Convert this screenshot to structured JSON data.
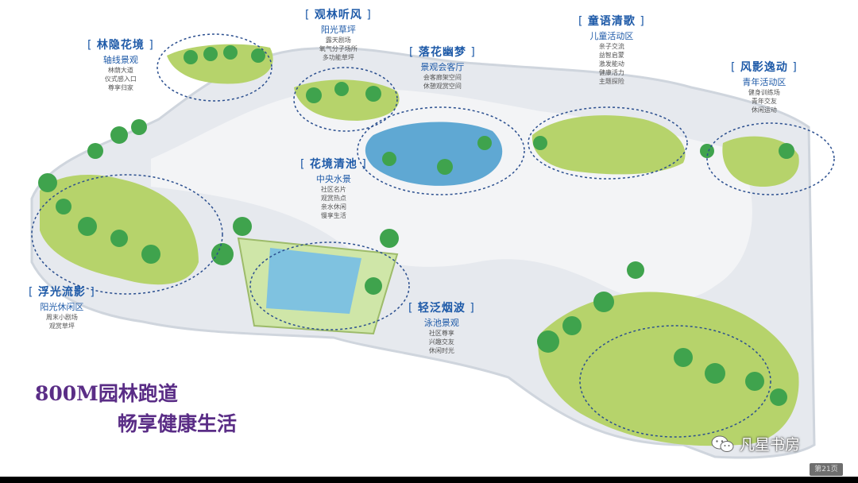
{
  "zones": {
    "linyin": {
      "title": "林隐花境",
      "subtitle": "轴线景观",
      "features": [
        "林荫大道",
        "仪式感入口",
        "尊享归家"
      ]
    },
    "guanlin": {
      "title": "观林听风",
      "subtitle": "阳光草坪",
      "features": [
        "露天剧场",
        "氧气分子场所",
        "多功能草坪"
      ]
    },
    "luohua": {
      "title": "落花幽梦",
      "subtitle": "景观会客厅",
      "features": [
        "会客廊架空间",
        "休憩观赏空间"
      ]
    },
    "tongyu": {
      "title": "童语清歌",
      "subtitle": "儿童活动区",
      "features": [
        "亲子交流",
        "益智启蒙",
        "激发能动",
        "健康活力",
        "主题探险"
      ]
    },
    "fengying": {
      "title": "风影逸动",
      "subtitle": "青年活动区",
      "features": [
        "健身训练场",
        "青年交友",
        "休闲运动"
      ]
    },
    "huajing": {
      "title": "花境清池",
      "subtitle": "中央水景",
      "features": [
        "社区名片",
        "观赏热点",
        "亲水休闲",
        "慢享生活"
      ]
    },
    "fuguang": {
      "title": "浮光流影",
      "subtitle": "阳光休闲区",
      "features": [
        "周末小剧场",
        "观赏草坪"
      ]
    },
    "qingfan": {
      "title": "轻泛烟波",
      "subtitle": "泳池景观",
      "features": [
        "社区尊享",
        "兴趣交友",
        "休闲时光"
      ]
    }
  },
  "slogan": {
    "line1": "800M园林跑道",
    "line2": "畅享健康生活"
  },
  "watermark": {
    "text": "凡星书房",
    "icon": "wechat-icon"
  },
  "page_number": "第21页",
  "colors": {
    "zone_title": "#1e5aa8",
    "slogan": "#5a2d86",
    "track": "#e6e9ee",
    "lawn": "#b6d36b",
    "tree": "#3fa34d",
    "water": "#5fa8d3"
  }
}
